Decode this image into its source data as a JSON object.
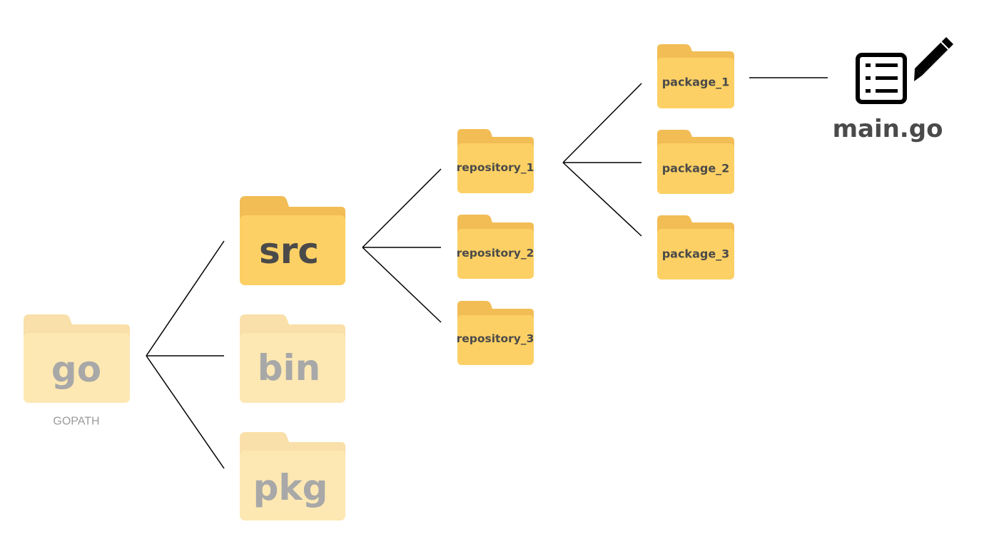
{
  "colors": {
    "folder_tab": "#F2BD55",
    "folder_body": "#FCD064",
    "folder_label": "#4a4a4a",
    "faded_tab": "#F9DFA9",
    "faded_body": "#FDE8B3",
    "faded_label": "#a8a8a8",
    "caption": "#9b9b9b",
    "file_label": "#4a4a4a",
    "line": "#000000"
  },
  "root": {
    "label": "go",
    "caption": "GOPATH",
    "faded": true
  },
  "level1": [
    {
      "label": "src",
      "faded": false
    },
    {
      "label": "bin",
      "faded": true
    },
    {
      "label": "pkg",
      "faded": true
    }
  ],
  "repositories": [
    {
      "label": "repository_1"
    },
    {
      "label": "repository_2"
    },
    {
      "label": "repository_3"
    }
  ],
  "packages": [
    {
      "label": "package_1"
    },
    {
      "label": "package_2"
    },
    {
      "label": "package_3"
    }
  ],
  "file": {
    "label": "main.go",
    "icon": "file-edit-icon"
  }
}
